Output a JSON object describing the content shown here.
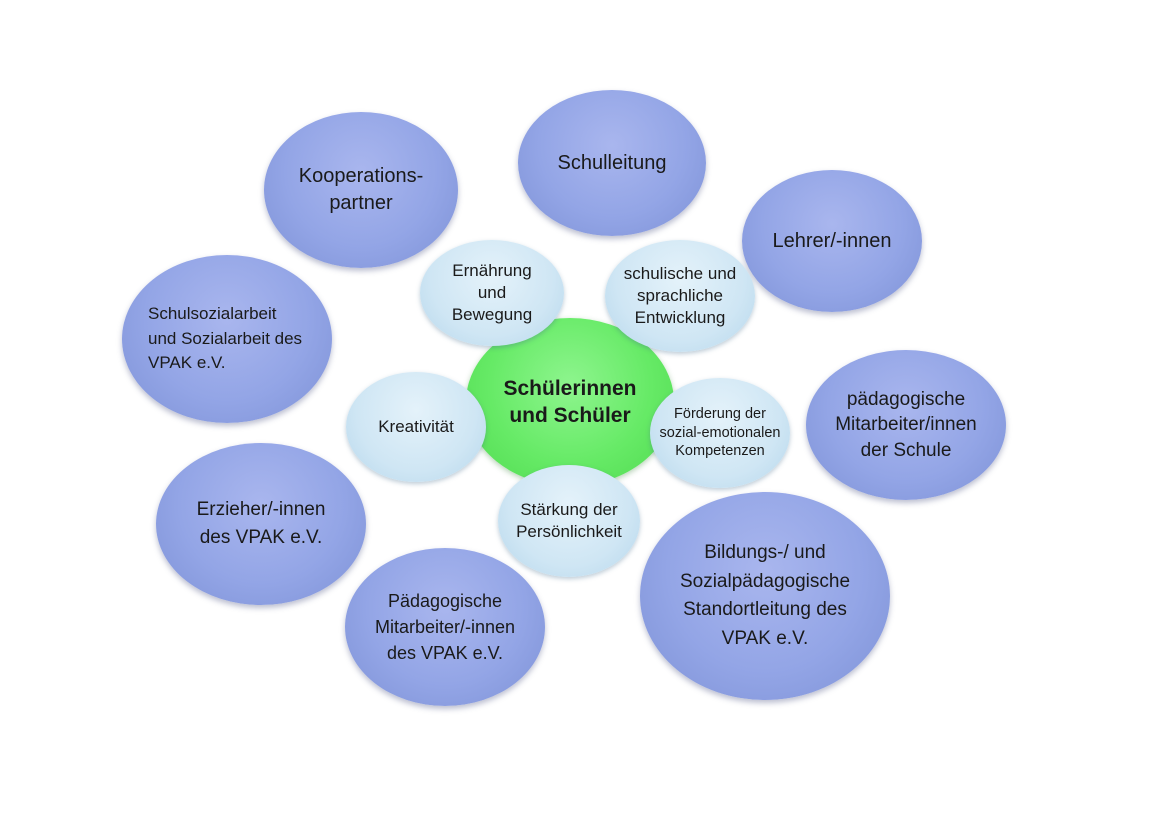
{
  "center": {
    "label": "Schülerinnen\nund Schüler"
  },
  "outer_nodes": {
    "kooperationspartner": "Kooperations-\npartner",
    "schulleitung": "Schulleitung",
    "lehrer": "Lehrer/-innen",
    "schulsozialarbeit": "Schulsozialarbeit\nund Sozialarbeit des\nVPAK e.V.",
    "paed_mitarbeiter_schule": "pädagogische\nMitarbeiter/innen\nder Schule",
    "erzieher": "Erzieher/-innen\ndes VPAK e.V.",
    "paed_mitarbeiter_vpak": "Pädagogische\nMitarbeiter/-innen\ndes VPAK e.V.",
    "standortleitung": "Bildungs-/ und\nSozialpädagogische\nStandortleitung des\nVPAK e.V."
  },
  "inner_nodes": {
    "ernaehrung": "Ernährung\nund\nBewegung",
    "schulische_entwicklung": "schulische und\nsprachliche\nEntwicklung",
    "kreativitaet": "Kreativität",
    "sozial_emotional": "Förderung der\nsozial-emotionalen\nKompetenzen",
    "persoenlichkeit": "Stärkung der\nPersönlichkeit"
  },
  "colors": {
    "outer_fill": "#93a5e6",
    "inner_fill": "#cfe6f4",
    "center_fill": "#66ea66"
  }
}
